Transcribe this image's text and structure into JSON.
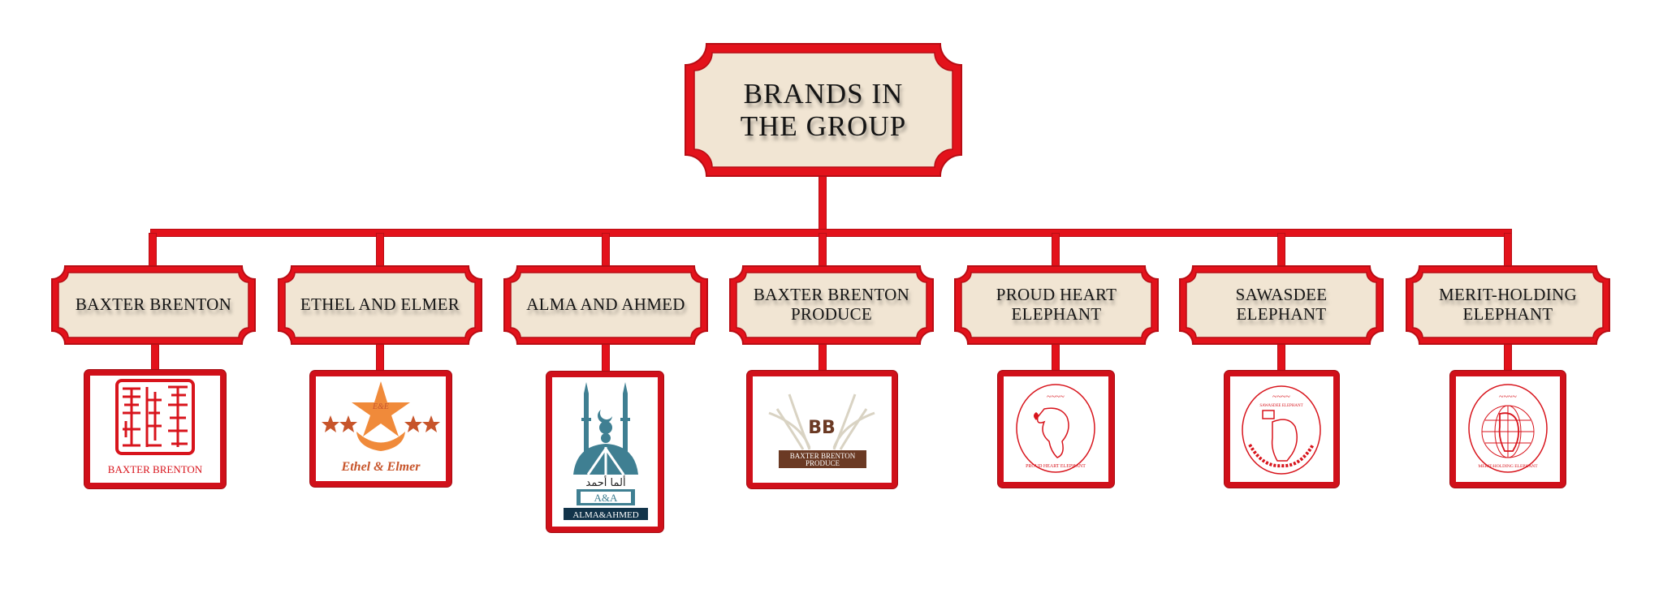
{
  "title": {
    "line1": "BRANDS IN",
    "line2": "THE GROUP"
  },
  "colors": {
    "frame": "#e3121b",
    "frame_dark": "#b80d14",
    "parchment": "#f1e5d3",
    "logo_border": "#d0101a"
  },
  "brands": [
    {
      "label_lines": [
        "BAXTER BRENTON"
      ],
      "logo": {
        "lettering": [
          "BAXTER BRENTON"
        ],
        "type": "red-seal"
      }
    },
    {
      "label_lines": [
        "ETHEL AND ELMER"
      ],
      "logo": {
        "lettering": [
          "E&E",
          "Ethel & Elmer"
        ],
        "type": "orange-star"
      }
    },
    {
      "label_lines": [
        "ALMA AND AHMED"
      ],
      "logo": {
        "lettering": [
          "ألما أحمد",
          "A&A",
          "ALMA&AHMED"
        ],
        "type": "mosque"
      }
    },
    {
      "label_lines": [
        "BAXTER BRENTON",
        "PRODUCE"
      ],
      "logo": {
        "lettering": [
          "BB",
          "BAXTER BRENTON",
          "PRODUCE"
        ],
        "type": "wheat"
      }
    },
    {
      "label_lines": [
        "PROUD HEART",
        "ELEPHANT"
      ],
      "logo": {
        "lettering": [
          "ช้างชูใจ",
          "PROUD HEART ELEPHANT"
        ],
        "type": "elephant-seal"
      }
    },
    {
      "label_lines": [
        "SAWASDEE",
        "ELEPHANT"
      ],
      "logo": {
        "lettering": [
          "ช้างสวัสดี",
          "SAWASDEE ELEPHANT"
        ],
        "type": "elephant-seal"
      }
    },
    {
      "label_lines": [
        "MERIT-HOLDING",
        "ELEPHANT"
      ],
      "logo": {
        "lettering": [
          "ช้างคุ้มบุญ",
          "MERIT-HOLDING ELEPHANT"
        ],
        "type": "elephant-seal"
      }
    }
  ]
}
